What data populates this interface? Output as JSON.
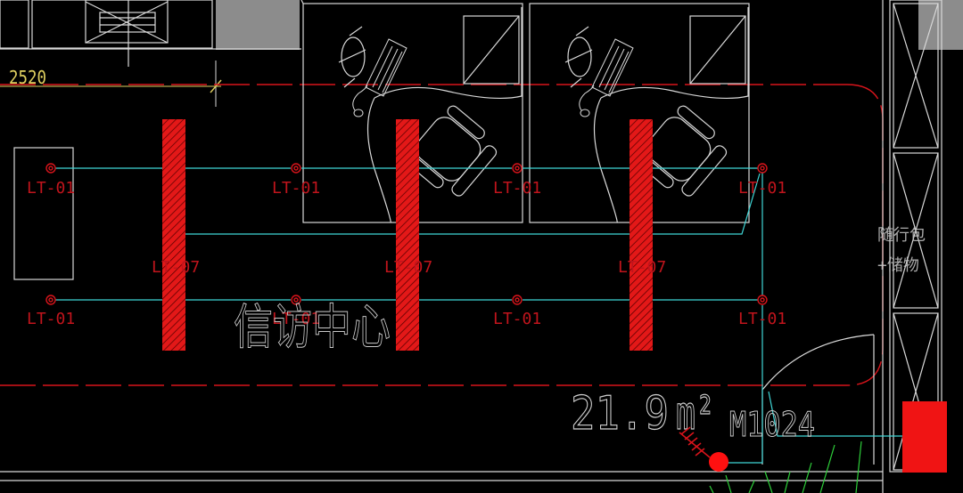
{
  "drawing": {
    "dimension_label": "2520",
    "room_name": "信访中心",
    "room_area": "21.9",
    "area_unit": "m²",
    "door_tag": "M1024",
    "storage_label_line1": "随行包",
    "storage_label_line2": "+储物",
    "light_tag": "LT-01",
    "fixture_tag": "LT-07"
  },
  "colors": {
    "background": "#000000",
    "linework": "#d9d9d9",
    "grid_line": "#d8141b",
    "circuit": "#3fd6d6",
    "tag_text": "#c0141c",
    "fixture_fill": "#e31818",
    "column_fill": "#8c8c8c",
    "grass": "#2ecf3a"
  },
  "icons": [
    "monitor-icon",
    "keyboard-icon",
    "mouse-icon",
    "office-chair-icon",
    "ceiling-light-icon",
    "door-swing-icon",
    "fire-alarm-icon"
  ]
}
